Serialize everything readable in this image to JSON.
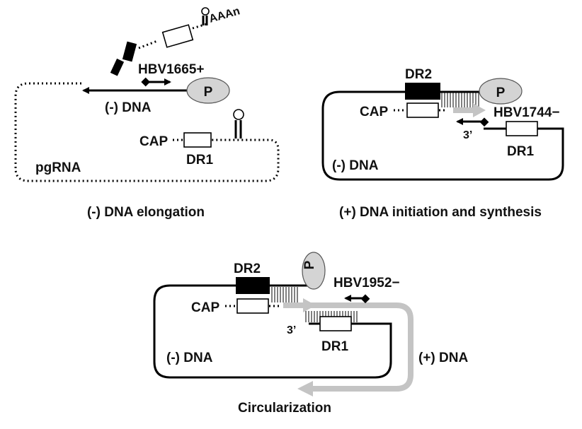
{
  "panels": {
    "elongation": {
      "caption": "(-) DNA elongation",
      "primer": "HBV1665+",
      "polymerase": "P",
      "strand": "(-) DNA",
      "cap": "CAP",
      "dr1": "DR1",
      "rna": "pgRNA",
      "polya": "AAAn"
    },
    "initiation": {
      "caption": "(+) DNA initiation and synthesis",
      "dr2": "DR2",
      "polymerase": "P",
      "cap": "CAP",
      "primer": "HBV1744−",
      "three_prime": "3’",
      "dr1": "DR1",
      "strand": "(-) DNA"
    },
    "circularization": {
      "caption": "Circularization",
      "dr2": "DR2",
      "polymerase": "P",
      "primer": "HBV1952−",
      "cap": "CAP",
      "three_prime": "3’",
      "dr1": "DR1",
      "minus_strand": "(-) DNA",
      "plus_strand": "(+) DNA"
    }
  }
}
